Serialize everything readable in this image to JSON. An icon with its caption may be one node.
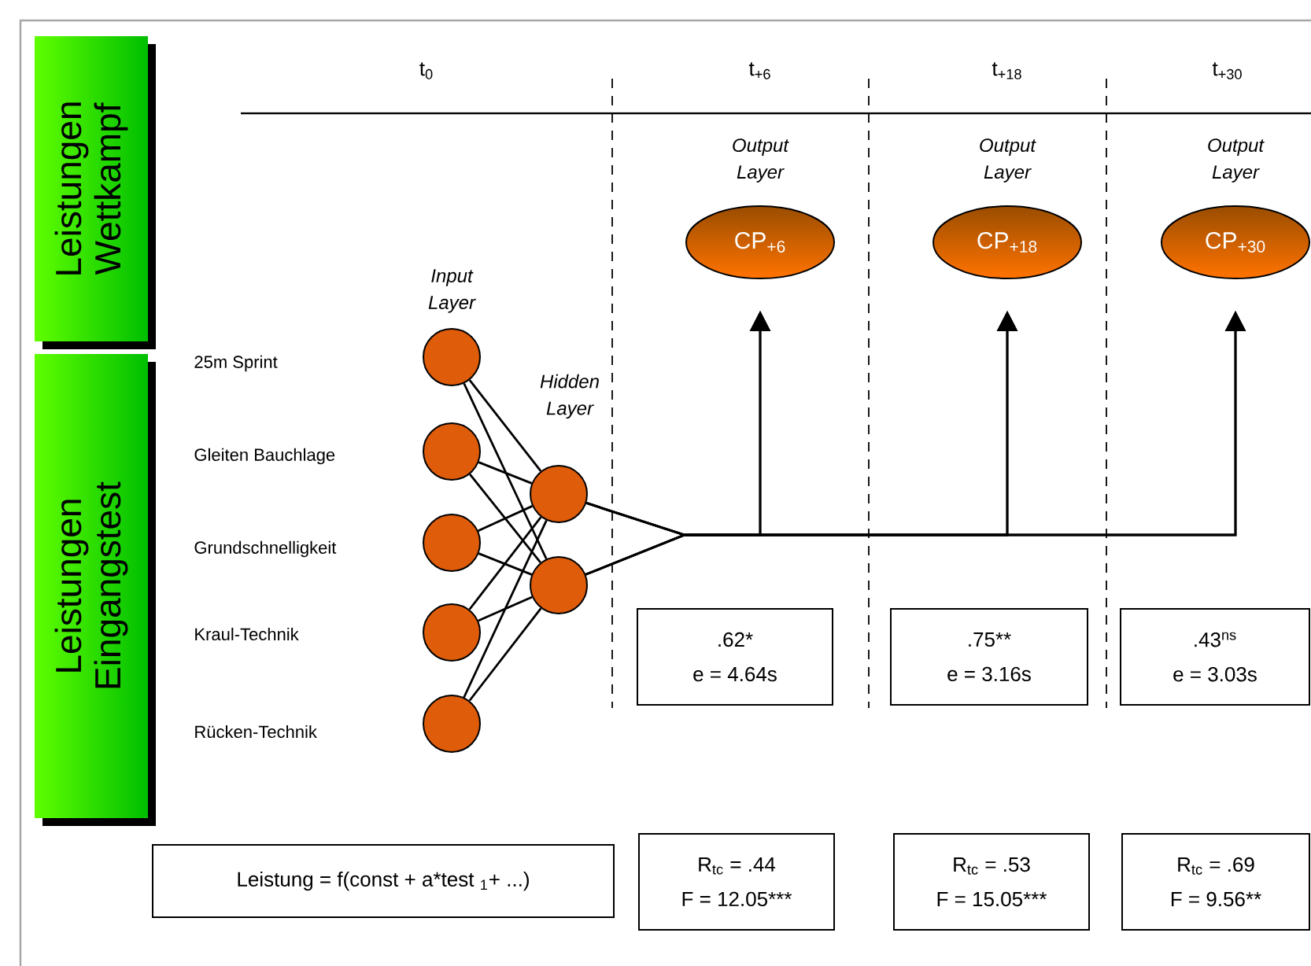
{
  "diagram": {
    "nodes": [
      {
        "text": [
          "Leistungen Wettkampf"
        ]
      },
      {
        "text": [
          "Leistungen Eingangstest"
        ]
      },
      {
        "text": [],
        "shape": "circle"
      },
      {
        "text": [],
        "shape": "circle"
      },
      {
        "text": [],
        "shape": "circle"
      },
      {
        "text": [],
        "shape": "circle"
      },
      {
        "text": [],
        "shape": "circle"
      },
      {
        "text": [],
        "shape": "circle"
      },
      {
        "text": [],
        "shape": "circle"
      },
      {
        "text": [
          "CP$_{+6}$"
        ]
      },
      {
        "text": [
          "CP$_{+18}$"
        ]
      },
      {
        "text": [
          "CP$_{+30}$"
        ]
      },
      {
        "text": [
          ".62*",
          "e = 4.64s"
        ]
      },
      {
        "text": [
          ".75**",
          "e = 3.16s"
        ]
      },
      {
        "text": [
          ".43$^{ns}$",
          "e = 3.03s"
        ]
      },
      {
        "text": [
          "Leistung = f(const + a*test $_{1}$+ ...)"
        ]
      },
      {
        "text": [
          "R$_{tc}$ = .44",
          "F = 12.05***"
        ]
      },
      {
        "text": [
          "R$_{tc}$ = .53",
          "F = 15.05***"
        ]
      },
      {
        "text": [
          "R$_{tc}$ = .69",
          "F = 9.56**"
        ]
      }
    ],
    "edges": [
      {
        "from": 2,
        "to": 7,
        "arrow": "none"
      },
      {
        "from": 2,
        "to": 8,
        "arrow": "none"
      },
      {
        "from": 3,
        "to": 7,
        "arrow": "none"
      },
      {
        "from": 3,
        "to": 8,
        "arrow": "none"
      },
      {
        "from": 4,
        "to": 7,
        "arrow": "none"
      },
      {
        "from": 4,
        "to": 8,
        "arrow": "none"
      },
      {
        "from": 5,
        "to": 7,
        "arrow": "none"
      },
      {
        "from": 5,
        "to": 8,
        "arrow": "none"
      },
      {
        "from": 6,
        "to": 7,
        "arrow": "none"
      },
      {
        "from": 6,
        "to": 8,
        "arrow": "none"
      },
      {
        "from": 7,
        "to": 9,
        "arrow": "to"
      },
      {
        "from": 8,
        "to": 9,
        "arrow": "to"
      },
      {
        "from": 7,
        "to": 10,
        "arrow": "to"
      },
      {
        "from": 8,
        "to": 10,
        "arrow": "to"
      },
      {
        "from": 7,
        "to": 11,
        "arrow": "to"
      },
      {
        "from": 8,
        "to": 11,
        "arrow": "to"
      }
    ],
    "labels": [
      "25m Sprint",
      "Gleiten Bauchlage",
      "Grundschnelligkeit",
      "Kraul-Technik",
      "Rücken-Technik",
      "t$_{0}$",
      "t$_{+6}$",
      "t$_{+18}$",
      "t$_{+30}$",
      "Output Layer",
      "Output Layer",
      "Output Layer",
      "Input Layer",
      "Hidden Layer"
    ]
  }
}
